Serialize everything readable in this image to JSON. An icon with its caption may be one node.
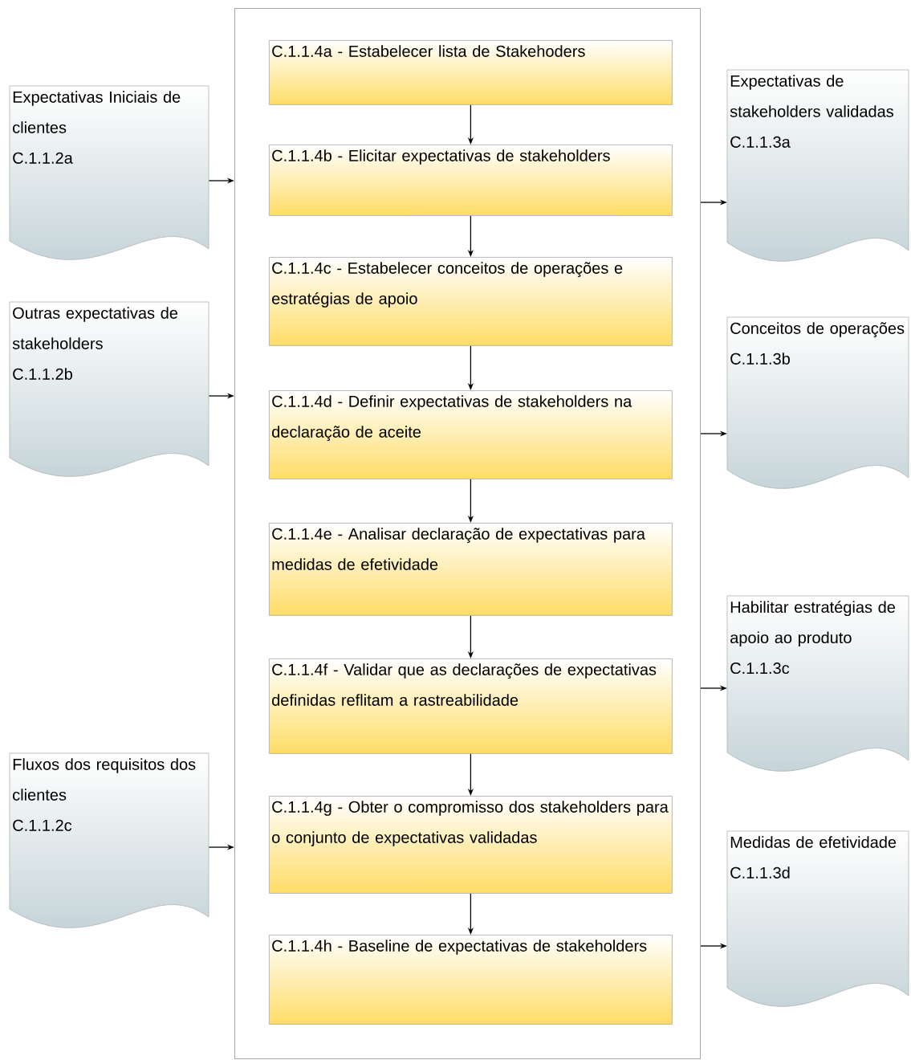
{
  "diagram": {
    "nodes": [
      {
        "text": [],
        "shape": "box"
      },
      {
        "text": [
          "C.1.1.4a - Estabelecer lista de Stakehoders"
        ],
        "in": 0
      },
      {
        "text": [
          "C.1.1.4b - Elicitar expectativas de stakeholders"
        ],
        "in": 0
      },
      {
        "text": [
          "C.1.1.4c - Estabelecer conceitos de operações e estratégias de apoio"
        ],
        "in": 0
      },
      {
        "text": [
          "C.1.1.4d - Definir expectativas de stakeholders na declaração de aceite"
        ],
        "in": 0
      },
      {
        "text": [
          "C.1.1.4e - Analisar declaração de expectativas para medidas de efetividade"
        ],
        "in": 0
      },
      {
        "text": [
          "C.1.1.4f - Validar que as declarações de expectativas definidas reflitam a rastreabilidade"
        ],
        "in": 0
      },
      {
        "text": [
          "C.1.1.4g - Obter o compromisso dos stakeholders para o conjunto de expectativas validadas"
        ],
        "in": 0
      },
      {
        "text": [
          "C.1.1.4h - Baseline de expectativas de stakeholders"
        ],
        "in": 0
      },
      {
        "text": [
          "Expectativas Iniciais de clientes",
          "C.1.1.2a"
        ]
      },
      {
        "text": [
          "Outras expectativas de stakeholders",
          "C.1.1.2b"
        ]
      },
      {
        "text": [
          "Fluxos dos requisitos dos clientes",
          "C.1.1.2c"
        ]
      },
      {
        "text": [
          "Expectativas de stakeholders validadas",
          "C.1.1.3a"
        ]
      },
      {
        "text": [
          "Conceitos de operações",
          "C.1.1.3b"
        ]
      },
      {
        "text": [
          "Habilitar estratégias de apoio ao produto",
          "C.1.1.3c"
        ]
      },
      {
        "text": [
          "Medidas de efetividade",
          "C.1.1.3d"
        ]
      }
    ],
    "edges": [
      {
        "from": 1,
        "to": 2,
        "arrow": "to"
      },
      {
        "from": 2,
        "to": 3,
        "arrow": "to"
      },
      {
        "from": 3,
        "to": 4,
        "arrow": "to"
      },
      {
        "from": 4,
        "to": 5,
        "arrow": "to"
      },
      {
        "from": 5,
        "to": 6,
        "arrow": "to"
      },
      {
        "from": 6,
        "to": 7,
        "arrow": "to"
      },
      {
        "from": 7,
        "to": 8,
        "arrow": "to"
      },
      {
        "from": 9,
        "to": 0,
        "arrow": "to"
      },
      {
        "from": 10,
        "to": 0,
        "arrow": "to"
      },
      {
        "from": 11,
        "to": 0,
        "arrow": "to"
      },
      {
        "from": 0,
        "to": 12,
        "arrow": "to"
      },
      {
        "from": 0,
        "to": 13,
        "arrow": "to"
      },
      {
        "from": 0,
        "to": 14,
        "arrow": "to"
      },
      {
        "from": 0,
        "to": 15,
        "arrow": "to"
      }
    ]
  }
}
